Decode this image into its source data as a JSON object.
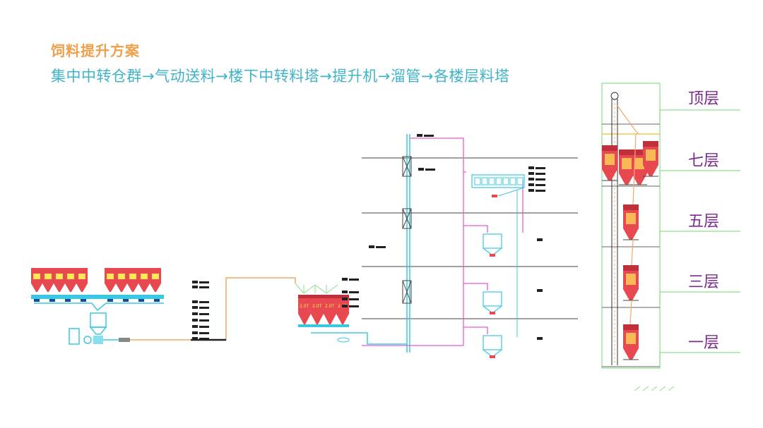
{
  "header": {
    "title": "饲料提升方案",
    "subtitle": "集中中转仓群→气动送料→楼下中转料塔→提升机→溜管→各楼层料塔"
  },
  "floors": [
    "顶层",
    "七层",
    "五层",
    "三层",
    "一层"
  ],
  "colors": {
    "title": "#f0a04b",
    "subtitle": "#3fb3c8",
    "floor_label": "#7b2b8f",
    "silo_red": "#e8484f",
    "silo_yellow": "#ffe95a",
    "pipe_orange": "#f2a96a",
    "pipe_magenta": "#e85ad6",
    "pipe_cyan": "#39c8e0",
    "structure_green": "#8ddf8d"
  }
}
